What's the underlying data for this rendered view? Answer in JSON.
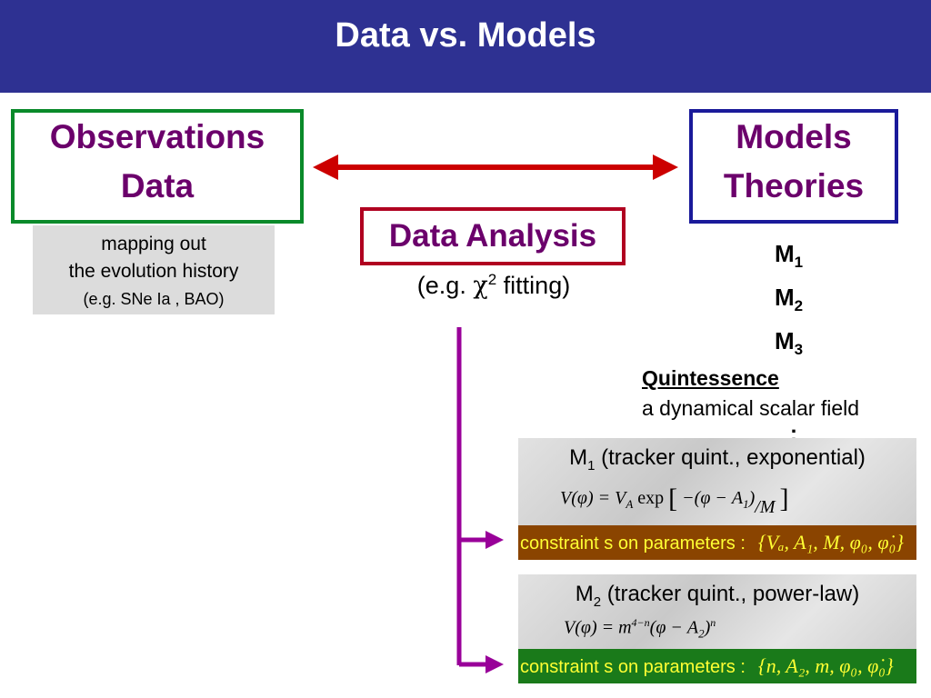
{
  "header": {
    "title": "Data vs. Models"
  },
  "observations": {
    "line1": "Observations",
    "line2": "Data"
  },
  "models": {
    "line1": "Models",
    "line2": "Theories"
  },
  "analysis": {
    "label": "Data Analysis",
    "example_prefix": "(e.g. ",
    "example_symbol": "χ",
    "example_sup": "2",
    "example_suffix": " fitting)"
  },
  "mapping": {
    "line1": "mapping out",
    "line2": "the evolution history",
    "line3": "(e.g.  SNe Ia , BAO)"
  },
  "model_list": [
    {
      "m": "M",
      "n": "1"
    },
    {
      "m": "M",
      "n": "2"
    },
    {
      "m": "M",
      "n": "3"
    }
  ],
  "quintessence": {
    "title": "Quintessence",
    "desc": "a dynamical scalar field",
    "dot": ":"
  },
  "panel1": {
    "title_m": "M",
    "title_n": "1",
    "title_rest": " (tracker quint., exponential)",
    "constraint_label": "constraint s on parameters :",
    "constraint_set": "{Vₐ, A₁, M, φ₀, φ̇₀}"
  },
  "panel2": {
    "title_m": "M",
    "title_n": "2",
    "title_rest": " (tracker quint., power-law)",
    "constraint_label": "constraint s on parameters :",
    "constraint_set": "{n, A₂, m, φ₀, φ̇₀}"
  },
  "colors": {
    "header": "#2e3192",
    "title_text": "#6b006b",
    "obs_border": "#0a8a2a",
    "models_border": "#1a1a9a",
    "analysis_border": "#b00020",
    "arrow": "#cc0000",
    "bracket": "#990099"
  }
}
